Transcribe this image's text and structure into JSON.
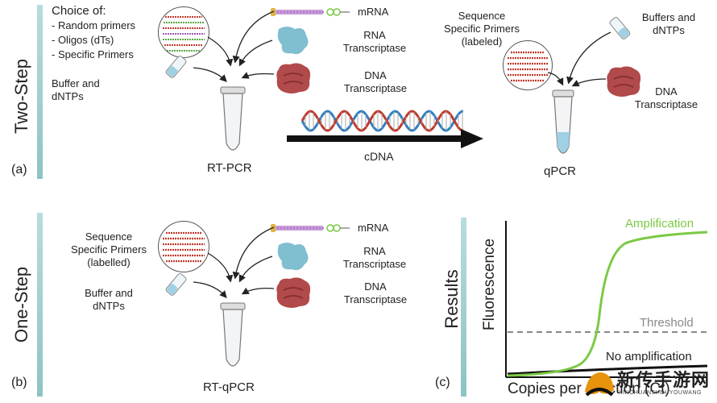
{
  "colors": {
    "side_bar": "#9ccbcb",
    "primer_red": "#c0392b",
    "primer_green": "#5aa845",
    "rt_blue": "#7fbfcf",
    "dna_rt_red": "#b14a4a",
    "dna_blue": "#2f7fc1",
    "dna_red": "#c0392b",
    "amplification_green": "#7ac943",
    "threshold_gray": "#888888"
  },
  "two_step": {
    "title": "Two-Step",
    "panel_label": "(a)",
    "choice_heading": "Choice of:",
    "choices": [
      "- Random primers",
      "- Oligos (dTs)",
      "- Specific Primers"
    ],
    "buffer": [
      "Buffer and",
      "dNTPs"
    ],
    "mrna": "mRNA",
    "rna_rt": [
      "RNA",
      "Transcriptase"
    ],
    "dna_rt": [
      "DNA",
      "Transcriptase"
    ],
    "tube_label": "RT-PCR",
    "arrow_label": "cDNA",
    "qpcr_primers": [
      "Sequence",
      "Specific Primers",
      "(labeled)"
    ],
    "qpcr_buffers": [
      "Buffers and",
      "dNTPs"
    ],
    "qpcr_dna_rt": [
      "DNA",
      "Transcriptase"
    ],
    "qpcr_tube_label": "qPCR"
  },
  "one_step": {
    "title": "One-Step",
    "panel_label": "(b)",
    "primers": [
      "Sequence",
      "Specific Primers",
      "(labelled)"
    ],
    "buffer": [
      "Buffer and",
      "dNTPs"
    ],
    "mrna": "mRNA",
    "rna_rt": [
      "RNA",
      "Transcriptase"
    ],
    "dna_rt": [
      "DNA",
      "Transcriptase"
    ],
    "tube_label": "RT-qPCR"
  },
  "results": {
    "title": "Results",
    "panel_label": "(c)",
    "y_label": "Fluorescence",
    "x_label": "Copies per reaction (Ct)",
    "amplification": "Amplification",
    "threshold": "Threshold",
    "no_amplification": "No amplification"
  },
  "watermark": {
    "text": "新传手游网",
    "sub": "XINCHUANSHOUYOUWANG"
  }
}
